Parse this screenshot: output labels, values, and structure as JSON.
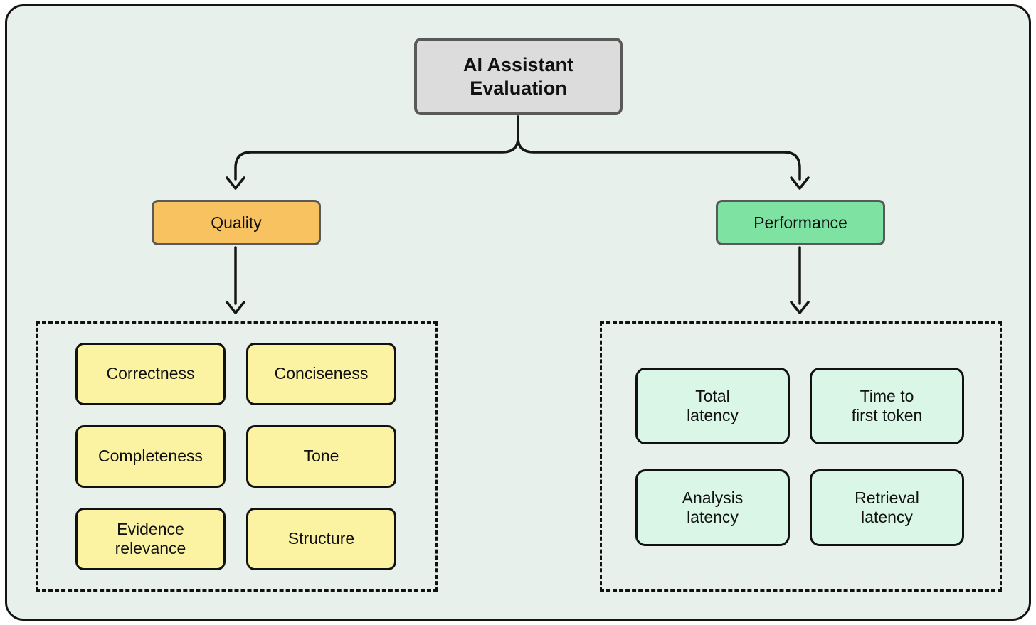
{
  "colors": {
    "canvas_bg": "#e8f0eb",
    "root_fill": "#dcdcdc",
    "root_border": "#595959",
    "quality_fill": "#f9c261",
    "performance_fill": "#7de2a2",
    "quality_item_fill": "#fbf3a1",
    "performance_item_fill": "#d9f6e6",
    "arrow": "#161616",
    "item_border": "#111111"
  },
  "root": {
    "label": "AI Assistant\nEvaluation"
  },
  "quality": {
    "label": "Quality",
    "items": [
      {
        "label": "Correctness"
      },
      {
        "label": "Conciseness"
      },
      {
        "label": "Completeness"
      },
      {
        "label": "Tone"
      },
      {
        "label": "Evidence\nrelevance"
      },
      {
        "label": "Structure"
      }
    ]
  },
  "performance": {
    "label": "Performance",
    "items": [
      {
        "label": "Total\nlatency"
      },
      {
        "label": "Time to\nfirst token"
      },
      {
        "label": "Analysis\nlatency"
      },
      {
        "label": "Retrieval\nlatency"
      }
    ]
  }
}
